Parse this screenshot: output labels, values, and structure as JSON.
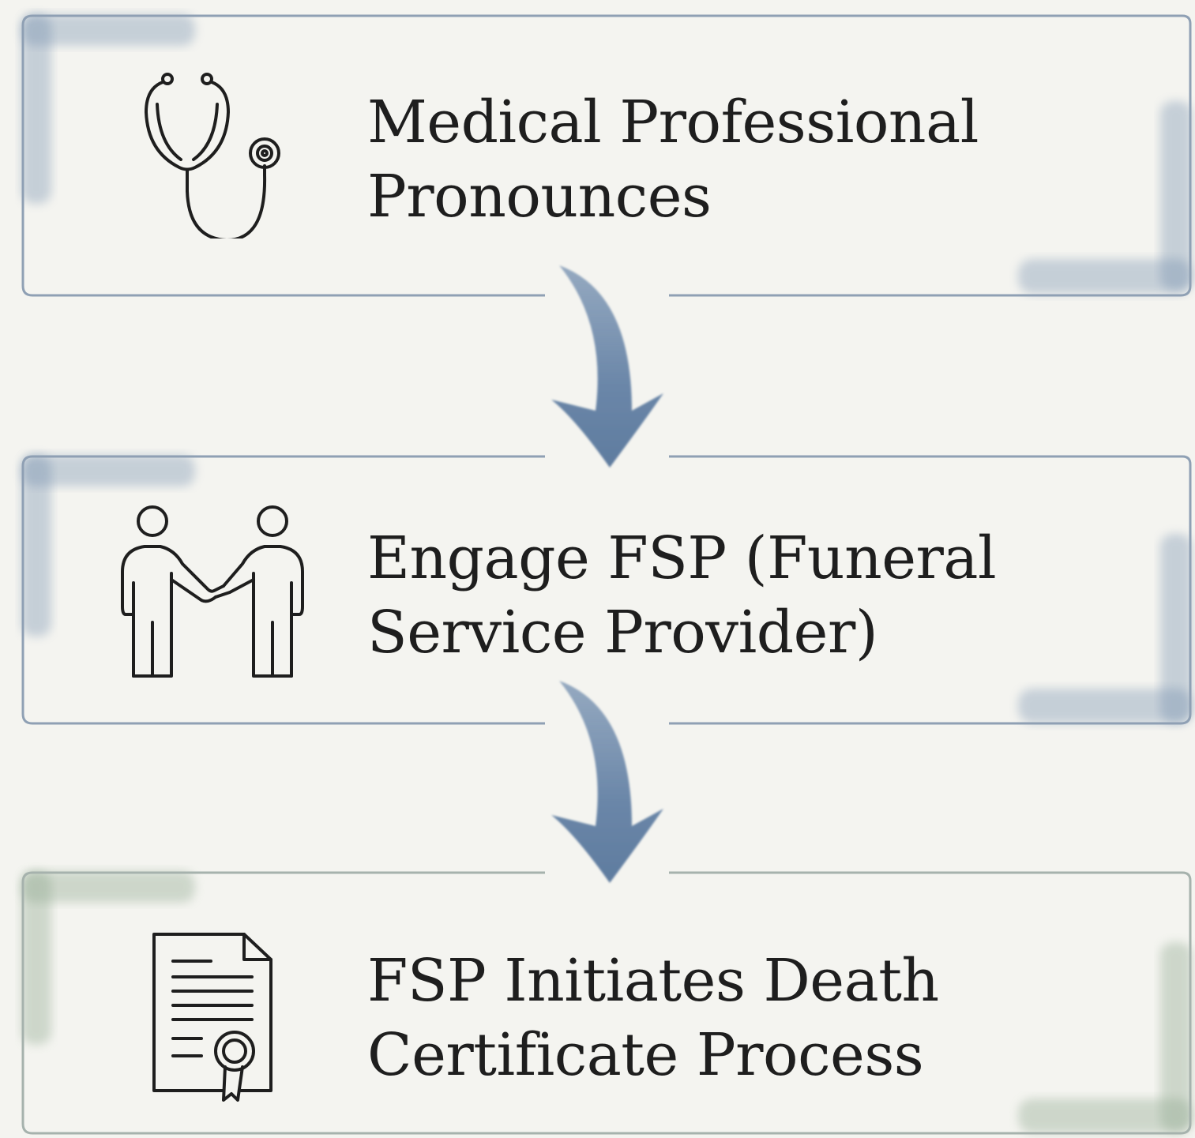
{
  "steps": [
    {
      "label": "Medical Professional\nPronounces",
      "icon": "stethoscope-icon"
    },
    {
      "label": "Engage FSP (Funeral\nService Provider)",
      "icon": "handshake-icon"
    },
    {
      "label": "FSP Initiates Death\nCertificate Process",
      "icon": "certificate-icon"
    }
  ],
  "colors": {
    "background": "#f4f4f0",
    "frame_line": "#8fa0b4",
    "blue_wash": "#6f8bab",
    "green_wash": "#8fa88f",
    "arrow": "#6a86a8",
    "ink": "#1e1e1e"
  }
}
